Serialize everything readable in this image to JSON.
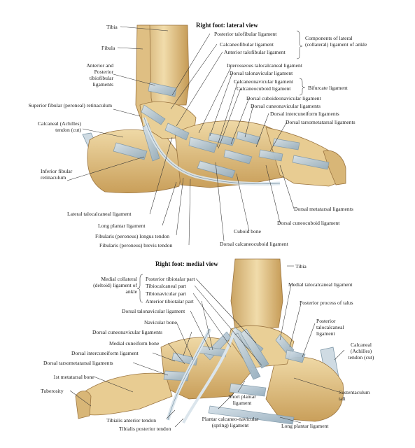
{
  "top": {
    "title": "Right foot: lateral view",
    "labels": {
      "tibia": "Tibia",
      "fibula": "Fibula",
      "ant_post_tibiofibular": "Anterior and Posterior tibiofibular ligaments",
      "sup_fibular_retinaculum": "Superior fibular (peroneal) retinaculum",
      "calcaneal_tendon": "Calcaneal (Achilles) tendon (cut)",
      "inf_fibular_retinaculum": "Inferior fibular retinaculum",
      "post_talofibular": "Posterior talofibular ligament",
      "calcaneofibular": "Calcaneofibular ligament",
      "ant_talofibular": "Anterior talofibular ligament",
      "collateral_group": "Components of lateral (collateral) ligament of ankle",
      "interosseous_talocalcaneal": "Interosseous talocalcaneal ligament",
      "dorsal_talonavicular": "Dorsal talonavicular ligament",
      "calcaneonavicular": "Calcaneonavicular ligament",
      "calcaneocuboid": "Calcaneocuboid ligament",
      "bifurcate": "Bifurcate ligament",
      "dorsal_cuboideonavicular": "Dorsal cuboideonavicular ligament",
      "dorsal_cuneonavicular": "Dorsal cuneonavicular ligaments",
      "dorsal_intercuneiform": "Dorsal intercuneiform ligaments",
      "dorsal_tarsometatarsal": "Dorsal tarsometatarsal ligaments",
      "dorsal_metatarsal": "Dorsal metatarsal ligaments",
      "dorsal_cuneocuboid": "Dorsal cuneocuboid ligament",
      "cuboid_bone": "Cuboid bone",
      "dorsal_calcaneocuboid": "Dorsal calcaneocuboid ligament",
      "lateral_talocalcaneal": "Lateral talocalcaneal ligament",
      "long_plantar": "Long plantar ligament",
      "fibularis_longus": "Fibularis (peroneus) longus tendon",
      "fibularis_brevis": "Fibularis (peroneus) brevis tendon"
    }
  },
  "bottom": {
    "title": "Right foot: medial view",
    "labels": {
      "tibia": "Tibia",
      "medial_collateral": "Medial collateral (deltoid) ligament of ankle",
      "post_tibiotalar": "Posterior tibiotalar part",
      "tibiocalcaneal": "Tibiocalcaneal part",
      "tibionavicular": "Tibionavicular part",
      "ant_tibiotalar": "Anterior tibiotalar part",
      "dorsal_talonavicular": "Dorsal talonavicular ligament",
      "navicular_bone": "Navicular bone",
      "dorsal_cuneonavicular": "Dorsal cuneonavicular ligaments",
      "medial_cuneiform": "Medial cuneiform bone",
      "dorsal_intercuneiform": "Dorsal intercuneiform ligament",
      "dorsal_tarsometatarsal": "Dorsal tarsometatarsal ligaments",
      "first_metatarsal": "1st metatarsal bone",
      "tuberosity": "Tuberosity",
      "medial_talocalcaneal": "Medial talocalcaneal ligament",
      "post_process_talus": "Posterior process of talus",
      "post_talocalcaneal": "Posterior talocalcaneal ligament",
      "calcaneal_tendon": "Calcaneal (Achilles) tendon (cut)",
      "sustentaculum": "Sustentaculum tali",
      "long_plantar": "Long plantar ligament",
      "short_plantar": "Short plantar ligament",
      "plantar_calcaneonavicular": "Plantar calcaneo-navicular (spring) ligament",
      "tibialis_anterior": "Tibialis anterior tendon",
      "tibialis_posterior": "Tibialis posterior tendon"
    }
  },
  "colors": {
    "bone": "#e3c68c",
    "bone_shade": "#c79d55",
    "ligament": "#b9c9d4",
    "ligament_edge": "#7f98a8",
    "leader": "#333333"
  }
}
